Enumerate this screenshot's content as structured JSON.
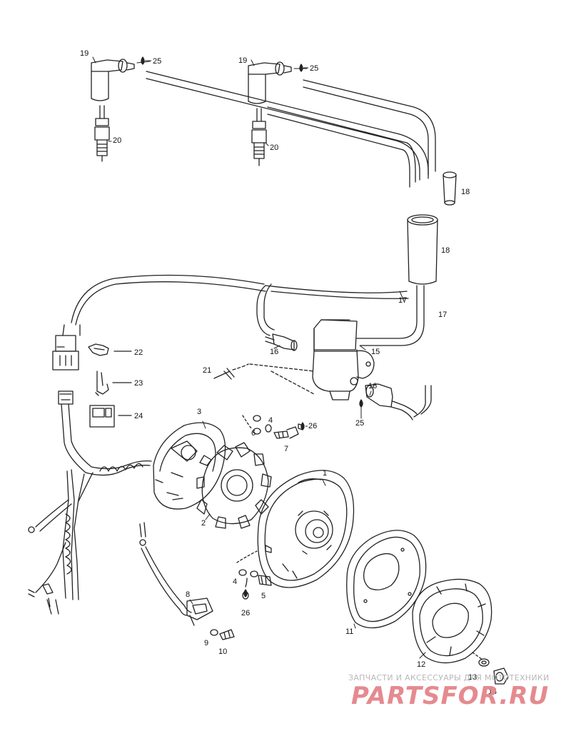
{
  "callouts": [
    {
      "id": "c1",
      "text": "1"
    },
    {
      "id": "c2",
      "text": "2"
    },
    {
      "id": "c3",
      "text": "3"
    },
    {
      "id": "c4a",
      "text": "4"
    },
    {
      "id": "c4b",
      "text": "4"
    },
    {
      "id": "c5",
      "text": "5"
    },
    {
      "id": "c6",
      "text": "6"
    },
    {
      "id": "c7",
      "text": "7"
    },
    {
      "id": "c8",
      "text": "8"
    },
    {
      "id": "c9",
      "text": "9"
    },
    {
      "id": "c10",
      "text": "10"
    },
    {
      "id": "c11",
      "text": "11"
    },
    {
      "id": "c12",
      "text": "12"
    },
    {
      "id": "c13",
      "text": "13"
    },
    {
      "id": "c14",
      "text": "14"
    },
    {
      "id": "c15",
      "text": "15"
    },
    {
      "id": "c16a",
      "text": "16"
    },
    {
      "id": "c16b",
      "text": "16"
    },
    {
      "id": "c17a",
      "text": "17"
    },
    {
      "id": "c17b",
      "text": "17"
    },
    {
      "id": "c18a",
      "text": "18"
    },
    {
      "id": "c18b",
      "text": "18"
    },
    {
      "id": "c19a",
      "text": "19"
    },
    {
      "id": "c19b",
      "text": "19"
    },
    {
      "id": "c20a",
      "text": "20"
    },
    {
      "id": "c20b",
      "text": "20"
    },
    {
      "id": "c21",
      "text": "21"
    },
    {
      "id": "c22",
      "text": "22"
    },
    {
      "id": "c23",
      "text": "23"
    },
    {
      "id": "c24",
      "text": "24"
    },
    {
      "id": "c25a",
      "text": "25"
    },
    {
      "id": "c25b",
      "text": "25"
    },
    {
      "id": "c25c",
      "text": "25"
    },
    {
      "id": "c26a",
      "text": "26"
    },
    {
      "id": "c26b",
      "text": "26"
    }
  ],
  "watermark": {
    "tagline": "ЗАПЧАСТИ И АКСЕССУАРЫ ДЛЯ МОТОТЕХНИКИ",
    "logo": "PARTSFOR.RU",
    "color": "#e58a8f"
  }
}
